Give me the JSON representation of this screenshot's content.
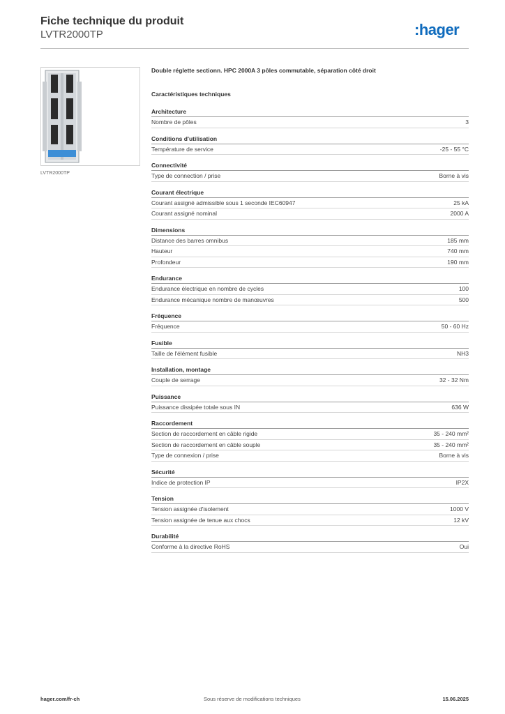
{
  "header": {
    "title": "Fiche technique du produit",
    "subtitle": "LVTR2000TP",
    "logo": ":hager"
  },
  "product": {
    "caption": "LVTR2000TP",
    "description": "Double réglette sectionn. HPC 2000A 3 pôles commutable, séparation côté droit"
  },
  "section_heading": "Caractéristiques techniques",
  "groups": [
    {
      "title": "Architecture",
      "rows": [
        {
          "label": "Nombre de pôles",
          "value": "3"
        }
      ]
    },
    {
      "title": "Conditions d'utilisation",
      "rows": [
        {
          "label": "Température de service",
          "value": "-25 - 55 °C"
        }
      ]
    },
    {
      "title": "Connectivité",
      "rows": [
        {
          "label": "Type de connection / prise",
          "value": "Borne à vis"
        }
      ]
    },
    {
      "title": "Courant électrique",
      "rows": [
        {
          "label": "Courant assigné admissible sous 1 seconde IEC60947",
          "value": "25 kA"
        },
        {
          "label": "Courant assigné nominal",
          "value": "2000 A"
        }
      ]
    },
    {
      "title": "Dimensions",
      "rows": [
        {
          "label": "Distance des barres omnibus",
          "value": "185 mm"
        },
        {
          "label": "Hauteur",
          "value": "740 mm"
        },
        {
          "label": "Profondeur",
          "value": "190 mm"
        }
      ]
    },
    {
      "title": "Endurance",
      "rows": [
        {
          "label": "Endurance électrique en nombre de cycles",
          "value": "100"
        },
        {
          "label": "Endurance mécanique nombre de manœuvres",
          "value": "500"
        }
      ]
    },
    {
      "title": "Fréquence",
      "rows": [
        {
          "label": "Fréquence",
          "value": "50 - 60 Hz"
        }
      ]
    },
    {
      "title": "Fusible",
      "rows": [
        {
          "label": "Taille de l'élément fusible",
          "value": "NH3"
        }
      ]
    },
    {
      "title": "Installation, montage",
      "rows": [
        {
          "label": "Couple de serrage",
          "value": "32 - 32 Nm"
        }
      ]
    },
    {
      "title": "Puissance",
      "rows": [
        {
          "label": "Puissance dissipée totale sous IN",
          "value": "636 W"
        }
      ]
    },
    {
      "title": "Raccordement",
      "rows": [
        {
          "label": "Section de raccordement en câble rigide",
          "value": "35 - 240 mm²"
        },
        {
          "label": "Section de raccordement en câble souple",
          "value": "35 - 240 mm²"
        },
        {
          "label": "Type de connexion / prise",
          "value": "Borne à vis"
        }
      ]
    },
    {
      "title": "Sécurité",
      "rows": [
        {
          "label": "Indice de protection IP",
          "value": "IP2X"
        }
      ]
    },
    {
      "title": "Tension",
      "rows": [
        {
          "label": "Tension assignée d'isolement",
          "value": "1000 V"
        },
        {
          "label": "Tension assignée de tenue aux chocs",
          "value": "12 kV"
        }
      ]
    },
    {
      "title": "Durabilité",
      "rows": [
        {
          "label": "Conforme à la directive RoHS",
          "value": "Oui"
        }
      ]
    }
  ],
  "footer": {
    "left": "hager.com/fr-ch",
    "center": "Sous réserve de modifications techniques",
    "right": "15.06.2025"
  },
  "colors": {
    "brand": "#0f6bbd",
    "accent": "#3d8ed6"
  }
}
